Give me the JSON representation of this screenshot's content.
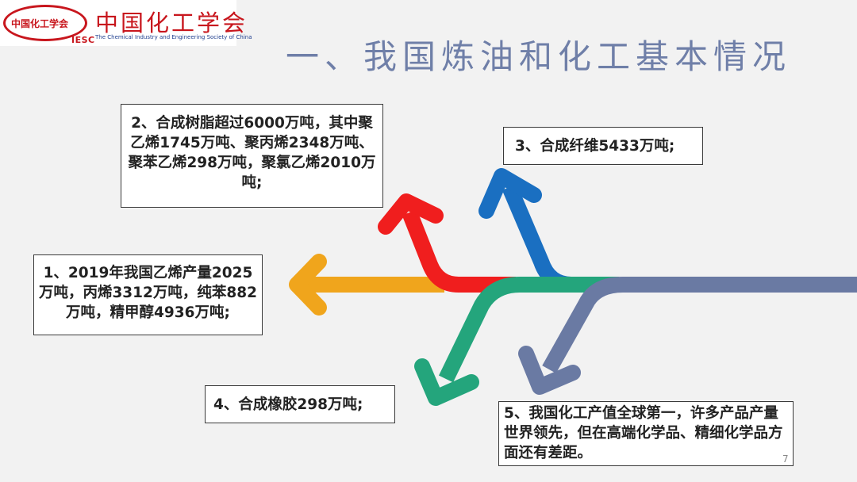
{
  "logo": {
    "abbr": "中国化工学会",
    "iesc": "IESC",
    "name_cn": "中国化工学会",
    "name_en": "The Chemical Industry and Engineering Society of China"
  },
  "title": "一、我国炼油和化工基本情况",
  "boxes": {
    "resin": "2、合成树脂超过6000万吨，其中聚乙烯1745万吨、聚丙烯2348万吨、聚苯乙烯298万吨，聚氯乙烯2010万吨;",
    "fiber": "3、合成纤维5433万吨;",
    "ethylene": "1、2019年我国乙烯产量2025万吨，丙烯3312万吨，纯苯882万吨，精甲醇4936万吨;",
    "rubber": "4、合成橡胶298万吨;",
    "output": "5、我国化工产值全球第一，许多产品产量世界领先，但在高端化学品、精细化学品方面还有差距。"
  },
  "page_number": "7",
  "colors": {
    "brand_red": "#c8161d",
    "title": "#6f7fa8",
    "arrow_orange": "#f0a51c",
    "arrow_red": "#f01e1e",
    "arrow_blue": "#1a6fc1",
    "arrow_green": "#24a57c",
    "arrow_slate": "#6a7aa3"
  },
  "icons": [
    "orange-left-arrow",
    "red-up-arrow",
    "blue-up-arrow",
    "green-down-arrow",
    "slate-down-arrow"
  ]
}
